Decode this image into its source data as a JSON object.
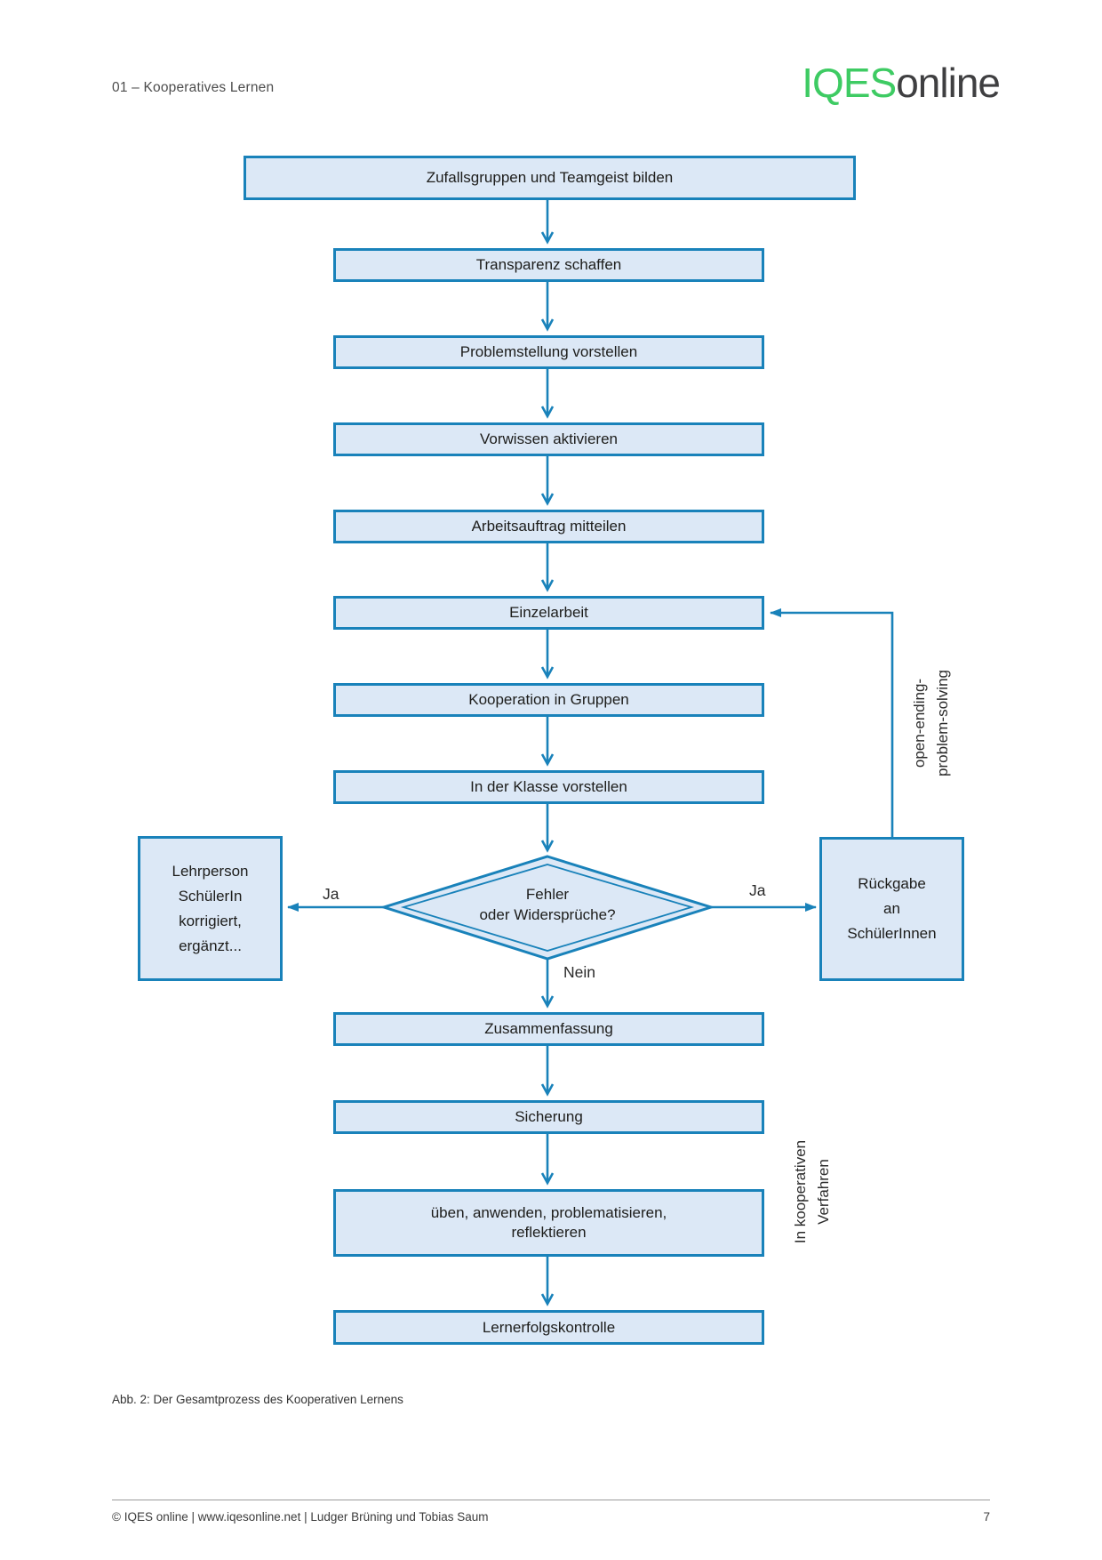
{
  "page": {
    "header_left": "01 – Kooperatives Lernen",
    "logo": {
      "part1": "IQES",
      "part2": "online"
    },
    "caption": "Abb. 2: Der Gesamtprozess des Kooperativen Lernens",
    "footer_left": "© IQES online | www.iqesonline.net | Ludger Brüning und Tobias Saum",
    "footer_page": "7"
  },
  "colors": {
    "node_fill": "#dce8f6",
    "node_border": "#1982ba",
    "arrow_blue": "#1982ba",
    "logo_green": "#3ecb63",
    "logo_gray": "#3f3f41",
    "text": "#1d1d1b"
  },
  "flowchart": {
    "nodes": [
      {
        "label": "Zufallsgruppen und Teamgeist bilden"
      },
      {
        "label": "Transparenz schaffen"
      },
      {
        "label": "Problemstellung vorstellen"
      },
      {
        "label": "Vorwissen aktivieren"
      },
      {
        "label": "Arbeitsauftrag mitteilen"
      },
      {
        "label": "Einzelarbeit"
      },
      {
        "label": "Kooperation in Gruppen"
      },
      {
        "label": "In der Klasse vorstellen"
      },
      {
        "label": "Zusammenfassung"
      },
      {
        "label": "Sicherung"
      },
      {
        "label": "üben, anwenden, problematisieren,",
        "label2": "reflektieren"
      },
      {
        "label": "Lernerfolgskontrolle"
      }
    ],
    "decision": {
      "line1": "Fehler",
      "line2": "oder Widersprüche?"
    },
    "side_left": {
      "lines": [
        "Lehrperson",
        "SchülerIn",
        "korrigiert,",
        "ergänzt..."
      ]
    },
    "side_right": {
      "lines": [
        "Rückgabe",
        "an",
        "SchülerInnen"
      ]
    },
    "edge_labels": {
      "ja_left": "Ja",
      "ja_right": "Ja",
      "nein": "Nein"
    },
    "annotations": {
      "loop_line1": "open-ending-",
      "loop_line2": "problem-solving",
      "koop_line1": "In kooperativen",
      "koop_line2": "Verfahren"
    }
  }
}
